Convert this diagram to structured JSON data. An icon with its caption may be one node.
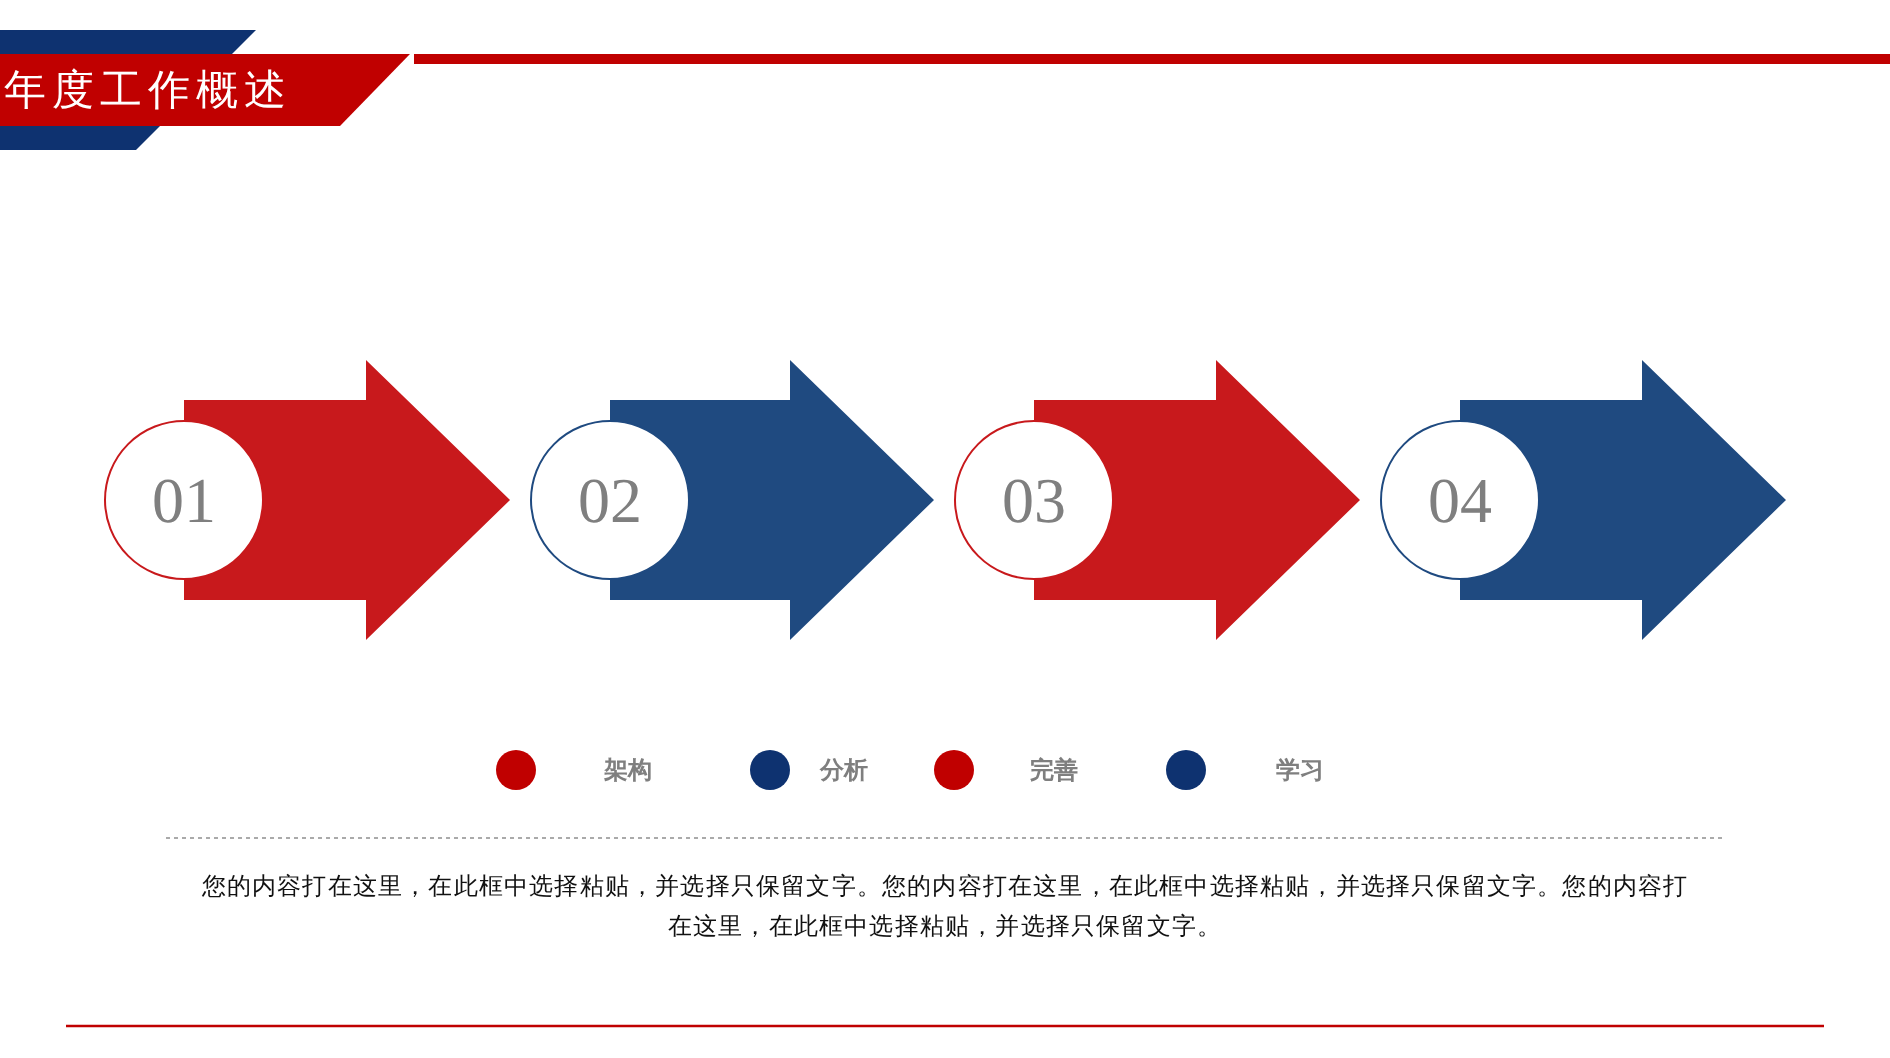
{
  "diagram": {
    "title": "年度工作概述",
    "nodes": [
      {
        "text": [
          "01"
        ]
      },
      {
        "text": [
          "02"
        ]
      },
      {
        "text": [
          "03"
        ]
      },
      {
        "text": [
          "04"
        ]
      }
    ],
    "edges": [
      {
        "from": 0,
        "to": 1,
        "arrow": "to",
        "style": "thick",
        "color": "#c8191c"
      },
      {
        "from": 1,
        "to": 2,
        "arrow": "to",
        "style": "thick",
        "color": "#1f4a80"
      },
      {
        "from": 2,
        "to": 3,
        "arrow": "to",
        "style": "thick",
        "color": "#c8191c"
      },
      {
        "from": 3,
        "to": null,
        "arrow": "to",
        "style": "thick",
        "color": "#1f4a80"
      }
    ],
    "labels": [
      "您的内容打在这里，在此框中选择粘贴，并选择只保留文字。您的内容打在这里，在此框中选择粘贴，并选择只保留文字。您的内容打在这里，在此框中选择粘贴，并选择只保留文字。"
    ],
    "legend": [
      {
        "text": "架构",
        "color": "#c00000"
      },
      {
        "text": "分析",
        "color": "#0e3270"
      },
      {
        "text": "完善",
        "color": "#c00000"
      },
      {
        "text": "学习",
        "color": "#0e3270"
      }
    ]
  }
}
